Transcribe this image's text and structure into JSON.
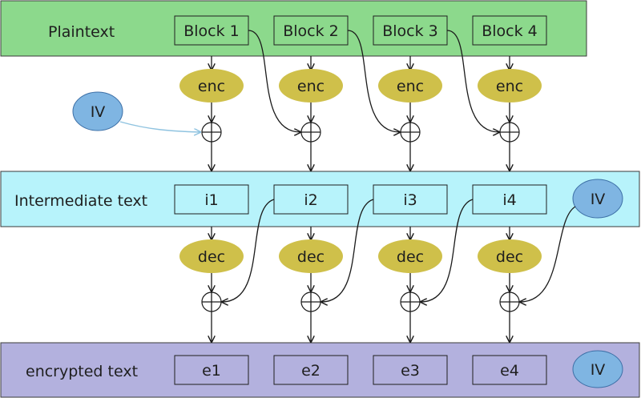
{
  "bands": {
    "plaintext": {
      "label": "Plaintext",
      "blocks": [
        "Block 1",
        "Block 2",
        "Block 3",
        "Block 4"
      ]
    },
    "intermediate": {
      "label": "Intermediate text",
      "blocks": [
        "i1",
        "i2",
        "i3",
        "i4"
      ]
    },
    "encrypted": {
      "label": "encrypted text",
      "blocks": [
        "e1",
        "e2",
        "e3",
        "e4"
      ]
    }
  },
  "ops": {
    "enc": "enc",
    "dec": "dec"
  },
  "iv": {
    "label": "IV"
  },
  "colors": {
    "plaintext_band": "#8cd98c",
    "intermediate_band": "#b7f3fb",
    "encrypted_band": "#b3b1de",
    "op_ellipse": "#cfc04a",
    "iv_ellipse": "#7fb5e2",
    "iv_arrow": "#8fc3e0"
  }
}
